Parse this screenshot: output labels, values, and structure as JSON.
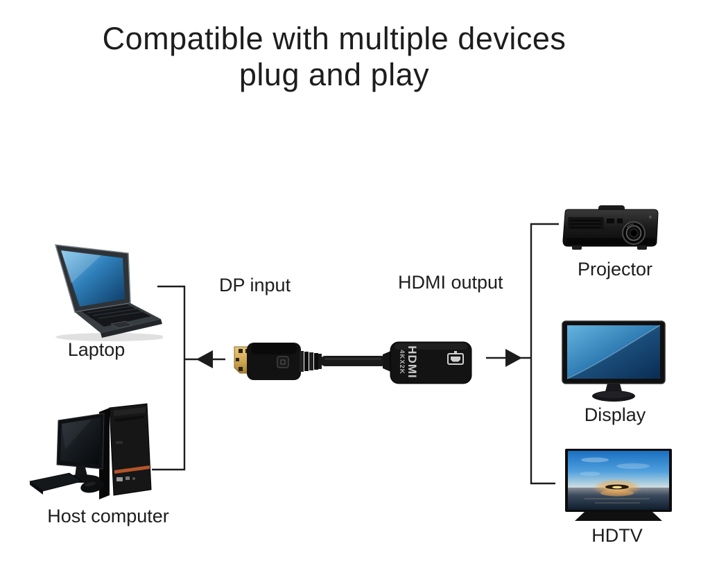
{
  "title": {
    "line1": "Compatible with multiple devices",
    "line2": "plug and play"
  },
  "connector_labels": {
    "dp_input": "DP input",
    "hdmi_output": "HDMI output"
  },
  "adapter_print": {
    "line1": "HDMI",
    "line2": "4KX2K"
  },
  "devices": {
    "laptop": {
      "label": "Laptop"
    },
    "host_computer": {
      "label": "Host computer"
    },
    "projector": {
      "label": "Projector"
    },
    "display": {
      "label": "Display"
    },
    "hdtv": {
      "label": "HDTV"
    }
  },
  "colors": {
    "background": "#ffffff",
    "text": "#1d1d1d",
    "connection_line": "#1c1c1c",
    "dp_plug_gold": "#d4ac58",
    "adapter_body_black": "#131313",
    "screen_blue": "#2f7cb4",
    "tower_accent_orange": "#b5542a",
    "sunset_orange": "#f2a649"
  }
}
